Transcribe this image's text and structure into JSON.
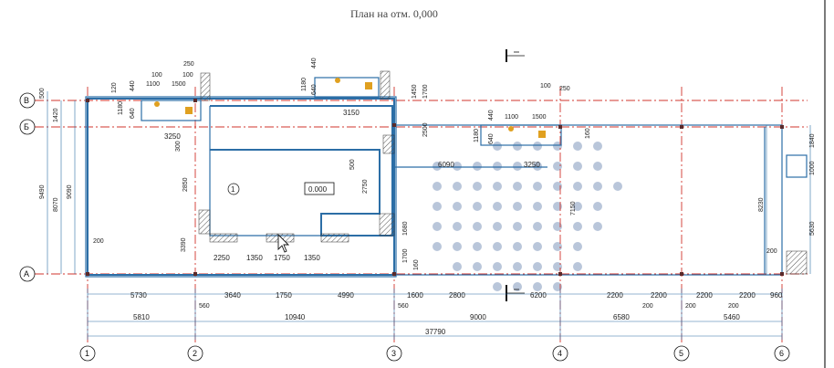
{
  "title": "План на отм. 0,000",
  "room_number": "1",
  "elevation_box": "0.000",
  "axes_rows": [
    "В",
    "Б",
    "А"
  ],
  "axes_cols": [
    "1",
    "2",
    "3",
    "4",
    "5",
    "6"
  ],
  "dims_left": [
    "500",
    "1420",
    "9490",
    "8070",
    "9090"
  ],
  "dims_bottom_row1": [
    "5730",
    "560",
    "3640",
    "1750",
    "4990",
    "560",
    "1600",
    "2800",
    "6200",
    "2200",
    "2200",
    "2200",
    "2200",
    "960"
  ],
  "dims_bottom_small": [
    "200",
    "200",
    "200"
  ],
  "dims_bottom_row2": [
    "5810",
    "10940",
    "9000",
    "6580",
    "5460"
  ],
  "dims_total": "37790",
  "dims_top": [
    "250",
    "100",
    "100",
    "1100",
    "1500",
    "120",
    "440",
    "1180",
    "640",
    "440",
    "1180",
    "640",
    "1450",
    "1700",
    "100",
    "250",
    "440",
    "1100",
    "1500",
    "1180",
    "640",
    "160"
  ],
  "dims_interior": [
    "3250",
    "3150",
    "2500",
    "300",
    "2850",
    "3390",
    "500",
    "2750",
    "6090",
    "3250",
    "7150",
    "1680",
    "1700",
    "160",
    "2250",
    "1350",
    "1750",
    "1350",
    "8230",
    "1840",
    "1000",
    "5630",
    "200",
    "200"
  ],
  "colors": {
    "wall": "#2c6ea6",
    "axis": "#d0342c",
    "dots": "#b9c6da"
  },
  "cursor_icon": "arrow-cursor",
  "section_marks": [
    "section-mark-top",
    "section-mark-bottom"
  ]
}
